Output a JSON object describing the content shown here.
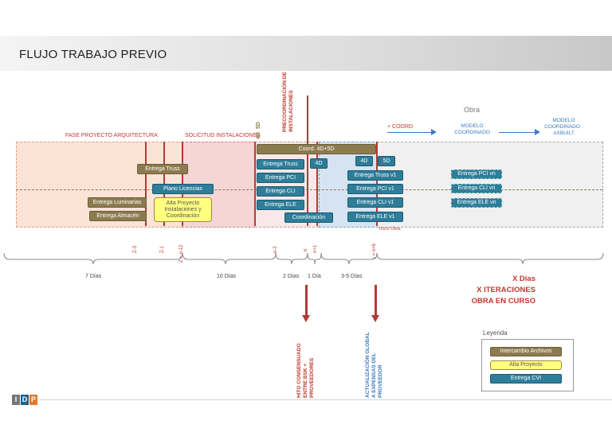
{
  "title": "FLUJO TRABAJO PREVIO",
  "phases": {
    "arquitectura": "FASE PROYECTO ARQUITECTURA",
    "solicitud": "SOLICITUD INSTALACIONES",
    "precoord": "PRECOORDINACIÓN DE INSTALACIONES",
    "fived": "5D",
    "fourd": "4D",
    "obra": "Obra"
  },
  "flow": {
    "coord": "+ COORD",
    "modelo_coord": "MODELO COORDINADO",
    "modelo_asbuilt": "MODELO COORDINADO - ASBUILT"
  },
  "boxes": {
    "entrega_truss": "Entrega Truss",
    "plano_licencias": "Plano Licencias",
    "entrega_luminarias": "Entrega Luminarias",
    "entrega_almacen": "Entrega Almacén",
    "alta_proyecto": "Alta Proyecto Instalaciones y Coordinación",
    "coord_4d5d": "Coord. 4D+5D",
    "entrega_truss_2": "Entrega Truss",
    "entrega_pci": "Entrega PCI",
    "entrega_cli": "Entrega CLI",
    "entrega_ele": "Entrega ELE",
    "coordinacion": "Coordinación",
    "box_4d_a": "4D",
    "box_4d_b": "4D",
    "box_5d": "5D",
    "entrega_truss_v1": "Entrega Truss v1",
    "entrega_pci_v1": "Entrega PCI v1",
    "entrega_cli_v1": "Entrega CLI v1",
    "entrega_ele_v1": "Entrega ELE v1",
    "entrega_pci_vn": "Entrega PCI vn",
    "entrega_cli_vn": "Entrega CLI vn",
    "entrega_ele_vn": "Entrega ELE vn"
  },
  "inicio_obra": "Inicio Obra",
  "ticks": [
    "Z-3",
    "Z-1",
    "Z = n-12",
    "n-2",
    "n",
    "n+1",
    "y = n+6"
  ],
  "durations": [
    "7 Días",
    "10 Días",
    "2 Días",
    "1 Día",
    "3-5 Días"
  ],
  "iterations": {
    "line1": "X Días",
    "line2": "X ITERACIONES",
    "line3": "OBRA EN CURSO"
  },
  "milestones": {
    "hito": "HITO CONSENSUADO ENTRE BSK + PROVEEDORES",
    "actualizacion": "ACTUALIZACIÓN GLOBAL A EXPENSAS DEL PROVEEDOR"
  },
  "legend": {
    "title": "Leyenda",
    "items": [
      "Intercambio Archivos",
      "Alta Proyecto",
      "Entrega CVI"
    ]
  },
  "logo": [
    "I",
    "D",
    "P"
  ],
  "colors": {
    "blue_box": "#2e7d99",
    "olive_box": "#8c7b4f",
    "yellow_box": "#ffff80",
    "red_line": "#b23a3a",
    "phase_text": "#c0392b"
  }
}
